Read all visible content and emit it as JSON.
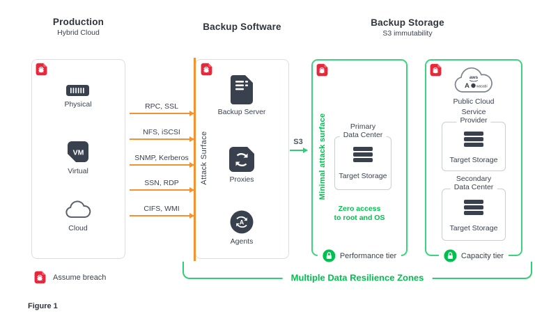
{
  "figure": {
    "caption": "Figure 1"
  },
  "headers": {
    "production": {
      "title": "Production",
      "subtitle": "Hybrid Cloud"
    },
    "backup_software": {
      "title": "Backup Software"
    },
    "backup_storage": {
      "title": "Backup Storage",
      "subtitle": "S3 immutability"
    }
  },
  "production": {
    "items": [
      {
        "label": "Physical",
        "icon": "physical-server-icon"
      },
      {
        "label": "Virtual",
        "icon": "vm-icon",
        "icon_text": "VM"
      },
      {
        "label": "Cloud",
        "icon": "cloud-icon"
      }
    ]
  },
  "protocols": [
    {
      "label": "RPC, SSL"
    },
    {
      "label": "NFS, iSCSI"
    },
    {
      "label": "SNMP, Kerberos"
    },
    {
      "label": "SSN, RDP"
    },
    {
      "label": "CIFS, WMI"
    }
  ],
  "backup_software": {
    "attack_surface_label": "Attack Surface",
    "items": [
      {
        "label": "Backup Server",
        "icon": "backup-server-icon"
      },
      {
        "label": "Proxies",
        "icon": "proxies-icon"
      },
      {
        "label": "Agents",
        "icon": "agents-icon",
        "icon_text": "A"
      }
    ]
  },
  "s3_arrow": {
    "label": "S3"
  },
  "performance_zone": {
    "rotated_label": "Minimal attack surface",
    "datacenter": {
      "title_line1": "Primary",
      "title_line2": "Data Center",
      "storage_label": "Target Storage"
    },
    "note_line1": "Zero access",
    "note_line2": "to root and OS",
    "tier_label": "Performance tier"
  },
  "capacity_zone": {
    "public_cloud_label": "Public Cloud",
    "logos": {
      "aws": "aws",
      "azure": "A",
      "wasabi": "wasabi"
    },
    "service_provider": {
      "title_line1": "Service",
      "title_line2": "Provider",
      "storage_label": "Target Storage"
    },
    "secondary_dc": {
      "title_line1": "Secondary",
      "title_line2": "Data Center",
      "storage_label": "Target Storage"
    },
    "tier_label": "Capacity tier"
  },
  "footer": {
    "resilience_label": "Multiple Data Resilience Zones",
    "legend_label": "Assume breach"
  },
  "colors": {
    "orange": "#F5922F",
    "green_text": "#00C150",
    "green_line": "#3BD37E",
    "red": "#E8283A",
    "dark": "#3A414E"
  }
}
